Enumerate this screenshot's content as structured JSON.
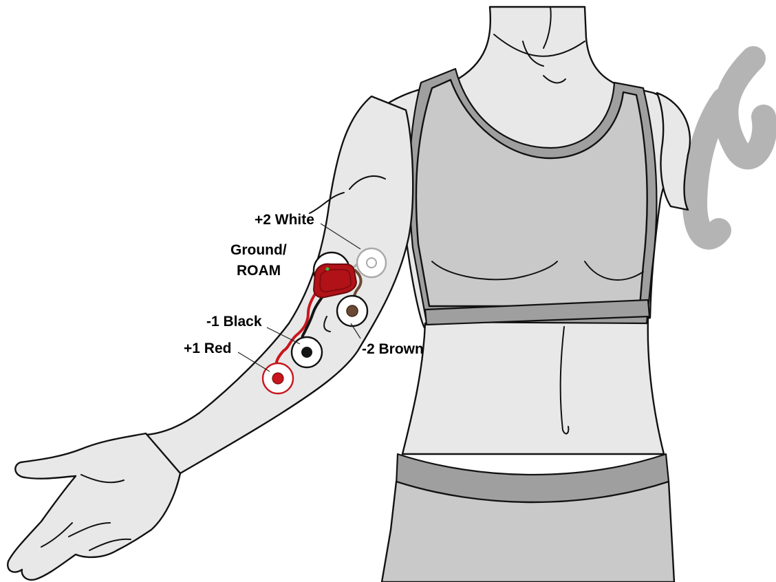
{
  "labels": {
    "plus2": "+2 White",
    "ground_line1": "Ground/",
    "ground_line2": "ROAM",
    "minus1": "-1 Black",
    "plus1": "+1 Red",
    "minus2": "-2 Brown"
  },
  "colors": {
    "red_lead": "#c8161d",
    "black_lead": "#151515",
    "white_lead": "#a8a8a8",
    "brown_lead": "#6b4a35",
    "device": "#b01217",
    "watermark": "#b4b4b4"
  }
}
